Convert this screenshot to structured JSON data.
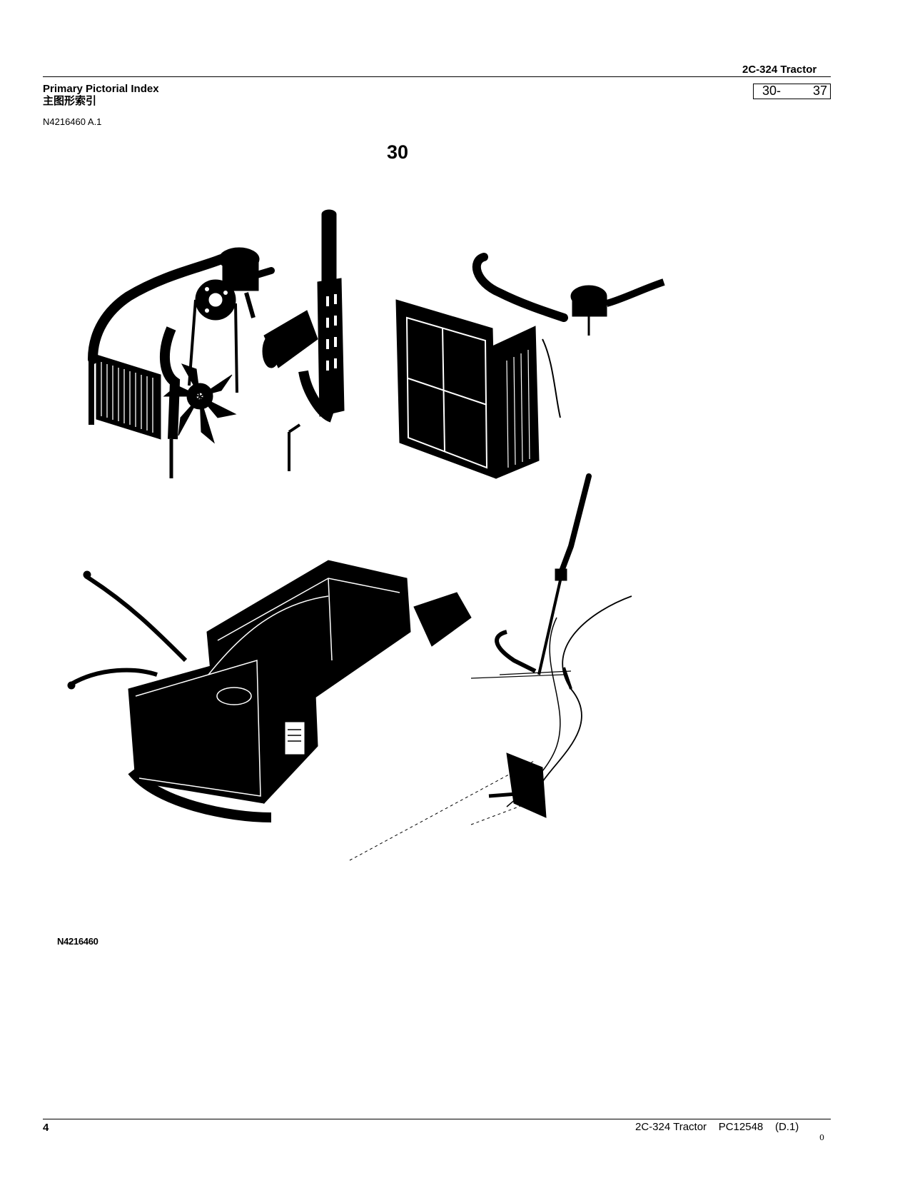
{
  "header": {
    "model": "2C-324  Tractor",
    "title": "Primary Pictorial Index",
    "title_cn": "主图形索引",
    "range_from": "30-",
    "range_to": "37",
    "ref_id": "N4216460 A.1"
  },
  "group_number": "30",
  "figure": {
    "id": "N4216460"
  },
  "footer": {
    "page": "4",
    "model": "2C-324 Tractor",
    "catalog": "PC12548",
    "edition": "(D.1)",
    "revision": "0"
  }
}
